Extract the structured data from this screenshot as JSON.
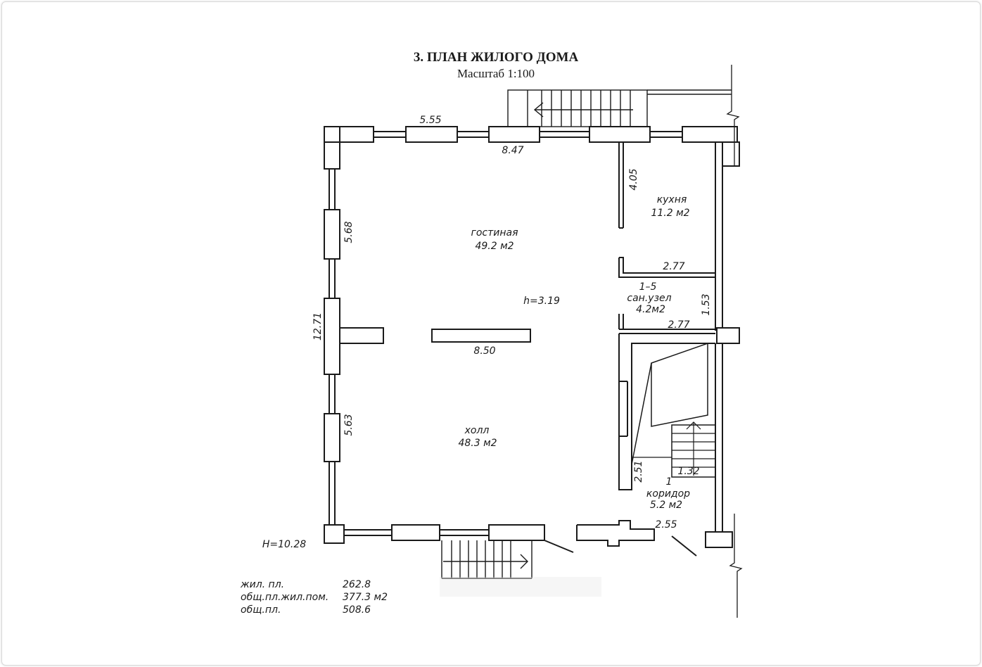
{
  "header": {
    "title": "3.  ПЛАН ЖИЛОГО ДОМА",
    "scale": "Масштаб 1:100"
  },
  "dimensions": {
    "top_outer": "5.55",
    "top_inner": "8.47",
    "kitchen_wall": "4.05",
    "left_upper": "5.68",
    "left_total": "12.71",
    "left_lower": "5.63",
    "bath_top": "2.77",
    "bath_bottom": "2.77",
    "bath_right": "1.53",
    "center_wall": "8.50",
    "corridor_height": "2.51",
    "stair_width": "1.32",
    "entry_width": "2.55"
  },
  "rooms": {
    "living": {
      "name": "гостиная",
      "area": "49.2 м2"
    },
    "kitchen": {
      "name": "кухня",
      "area": "11.2 м2"
    },
    "bathroom": {
      "number": "1–5",
      "name": "сан.узел",
      "area": "4.2м2"
    },
    "hall": {
      "name": "холл",
      "area": "48.3 м2"
    },
    "corridor": {
      "number": "1",
      "name": "коридор",
      "area": "5.2 м2"
    }
  },
  "heights": {
    "room_height": "h=3.19",
    "building_height": "H=10.28"
  },
  "areas": {
    "living_label": "жил. пл.",
    "living_value": "262.8",
    "residential_label": "общ.пл.жил.пом.",
    "residential_value": "377.3 м2",
    "total_label": "общ.пл.",
    "total_value": "508.6"
  },
  "colors": {
    "ink": "#1a1a1a",
    "watermark": "#e6e6e6"
  }
}
